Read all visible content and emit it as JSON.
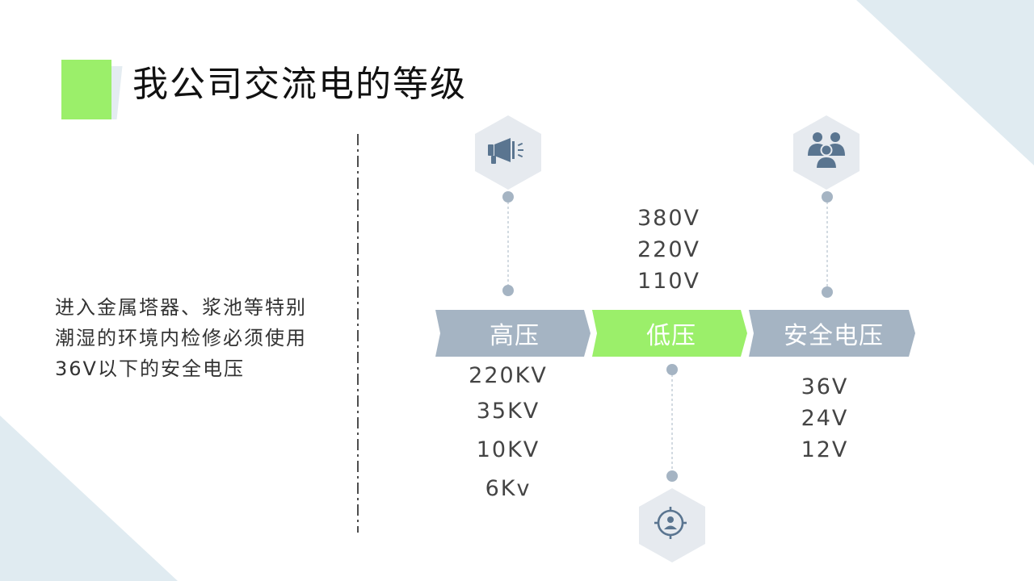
{
  "title": "我公司交流电的等级",
  "description": "进入金属塔器、浆池等特别潮湿的环境内检修必须使用36V以下的安全电压",
  "categories": [
    {
      "label": "高压",
      "color": "#a5b4c3",
      "values": [
        "220KV",
        "35KV",
        "10KV",
        "6Kv"
      ],
      "icon": "megaphone-icon"
    },
    {
      "label": "低压",
      "color": "#9bef6a",
      "values": [
        "380V",
        "220V",
        "110V"
      ],
      "icon": "target-user-icon"
    },
    {
      "label": "安全电压",
      "color": "#a5b4c3",
      "values": [
        "36V",
        "24V",
        "12V"
      ],
      "icon": "team-icon"
    }
  ],
  "colors": {
    "accent_green": "#9bef6a",
    "chevron_gray": "#a5b4c3",
    "hex_bg": "#e6eaef",
    "icon": "#5a7590",
    "dot": "#a5b4c3",
    "triangle": "#e0ebf1"
  }
}
